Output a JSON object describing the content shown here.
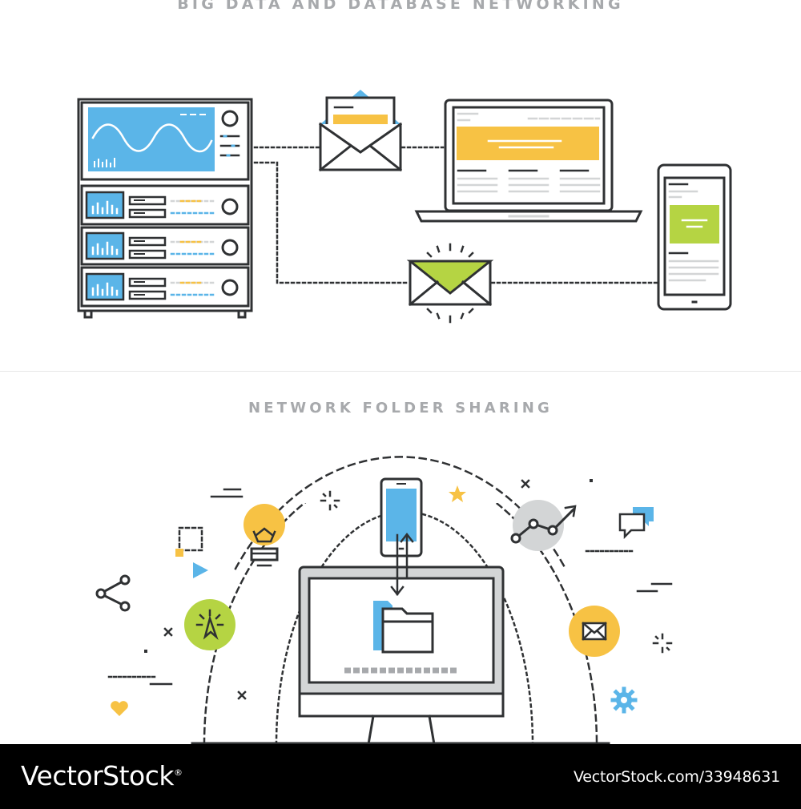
{
  "sections": {
    "top": {
      "title": "BIG DATA AND DATABASE NETWORKING"
    },
    "bottom": {
      "title": "NETWORK FOLDER SHARING"
    }
  },
  "footer": {
    "brand": "VectorStock",
    "registered_mark": "®",
    "attribution": "VectorStock.com/33948631"
  },
  "icons": [
    "server-rack-icon",
    "open-envelope-icon",
    "laptop-icon",
    "smartphone-icon",
    "closed-envelope-icon",
    "desktop-monitor-icon",
    "folder-icon",
    "phone-sync-icon",
    "lightbulb-icon",
    "share-icon",
    "cursor-click-icon",
    "growth-chart-icon",
    "chat-bubbles-icon",
    "mail-icon",
    "gear-icon",
    "heart-icon",
    "star-icon",
    "play-icon"
  ],
  "colors": {
    "outline": "#2f3133",
    "blue": "#5bb5e8",
    "yellow": "#f7c244",
    "green": "#b5d443",
    "gray": "#d3d5d6",
    "title_gray": "#a7a9ac"
  }
}
